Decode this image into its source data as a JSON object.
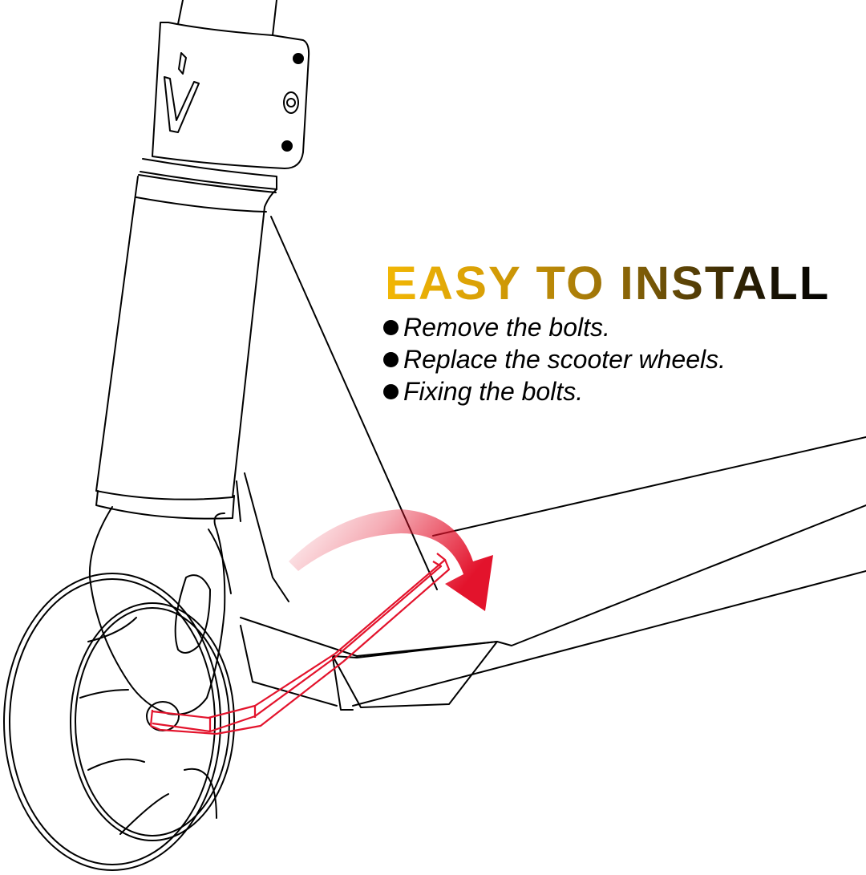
{
  "heading": {
    "title": "EASY TO INSTALL",
    "gradient_colors": [
      "#f2b705",
      "#a97c08",
      "#000000"
    ]
  },
  "steps": [
    {
      "label": "Remove the bolts."
    },
    {
      "label": "Replace the scooter wheels."
    },
    {
      "label": "Fixing the bolts."
    }
  ],
  "illustration": {
    "subject": "scooter-front-wheel-and-fork-line-drawing",
    "logo_glyph": "V",
    "accent_color": "#e3132c",
    "line_color": "#000000"
  }
}
